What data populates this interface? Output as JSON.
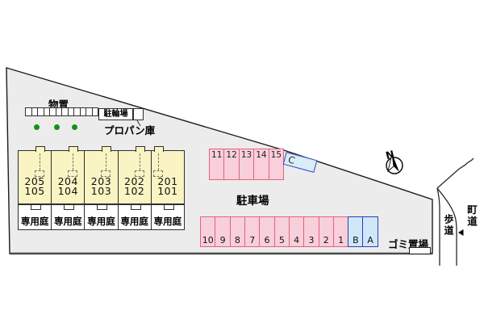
{
  "site_plan": {
    "compass_label": "N",
    "storage_cell_count": 12,
    "labels": {
      "storage": "物置",
      "bicycle_parking": "駐輪場",
      "propane": "プロパン庫",
      "parking_lot": "駐車場",
      "garbage": "ゴミ置場",
      "sidewalk": "歩道",
      "town_road": "町道",
      "private_garden": "専用庭"
    },
    "building": {
      "units": [
        {
          "upper": "205",
          "lower": "105",
          "mirrored": false
        },
        {
          "upper": "204",
          "lower": "104",
          "mirrored": false
        },
        {
          "upper": "203",
          "lower": "103",
          "mirrored": false
        },
        {
          "upper": "202",
          "lower": "102",
          "mirrored": false
        },
        {
          "upper": "201",
          "lower": "101",
          "mirrored": true
        }
      ]
    },
    "parking": {
      "top_row": [
        "11",
        "12",
        "13",
        "14",
        "15"
      ],
      "tilted_space": "C",
      "bottom_row": [
        {
          "label": "10",
          "kind": "resident"
        },
        {
          "label": "9",
          "kind": "resident"
        },
        {
          "label": "8",
          "kind": "resident"
        },
        {
          "label": "7",
          "kind": "resident"
        },
        {
          "label": "6",
          "kind": "resident"
        },
        {
          "label": "5",
          "kind": "resident"
        },
        {
          "label": "4",
          "kind": "resident"
        },
        {
          "label": "3",
          "kind": "resident"
        },
        {
          "label": "2",
          "kind": "resident"
        },
        {
          "label": "1",
          "kind": "resident"
        },
        {
          "label": "B",
          "kind": "guest"
        },
        {
          "label": "A",
          "kind": "guest"
        }
      ]
    },
    "colors": {
      "plot_fill": "#ececec",
      "unit_fill": "#faf4c3",
      "resident_space_fill": "#f8cfda",
      "resident_space_border": "#e0647c",
      "guest_space_fill": "#cfe7f8",
      "guest_space_border": "#2c3fb4",
      "tree_green": "#149114"
    }
  }
}
